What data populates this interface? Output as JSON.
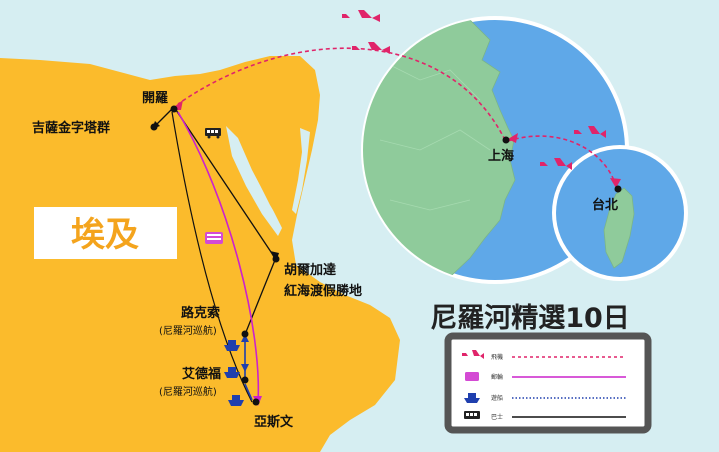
{
  "title": "尼羅河精選10日",
  "country_label": "埃及",
  "places": {
    "cairo": "開羅",
    "giza": "吉薩金字塔群",
    "hurghada_1": "胡爾加達",
    "hurghada_2": "紅海渡假勝地",
    "luxor": "路克索",
    "luxor_note": "(尼羅河巡航)",
    "edfu": "艾德福",
    "edfu_note": "(尼羅河巡航)",
    "aswan": "亞斯文",
    "shanghai": "上海",
    "taipei": "台北"
  },
  "legend": [
    {
      "icon": "plane-icon",
      "label": "飛機",
      "style": "dashed",
      "color": "#e0246a"
    },
    {
      "icon": "cruise-icon",
      "label": "郵輪",
      "style": "solid",
      "color": "#cc22cc"
    },
    {
      "icon": "ship-icon",
      "label": "遊船",
      "style": "dotted",
      "color": "#1f3fae"
    },
    {
      "icon": "bus-icon",
      "label": "巴士",
      "style": "solid",
      "color": "#111111"
    }
  ],
  "colors": {
    "land": "#fbbb2c",
    "sea": "#d6eef2",
    "globe_sea": "#5fa8e8",
    "globe_land": "#8fcb9b",
    "plane": "#e0246a",
    "cruise": "#cc22cc",
    "ship": "#1f3fae",
    "bus": "#111111"
  }
}
